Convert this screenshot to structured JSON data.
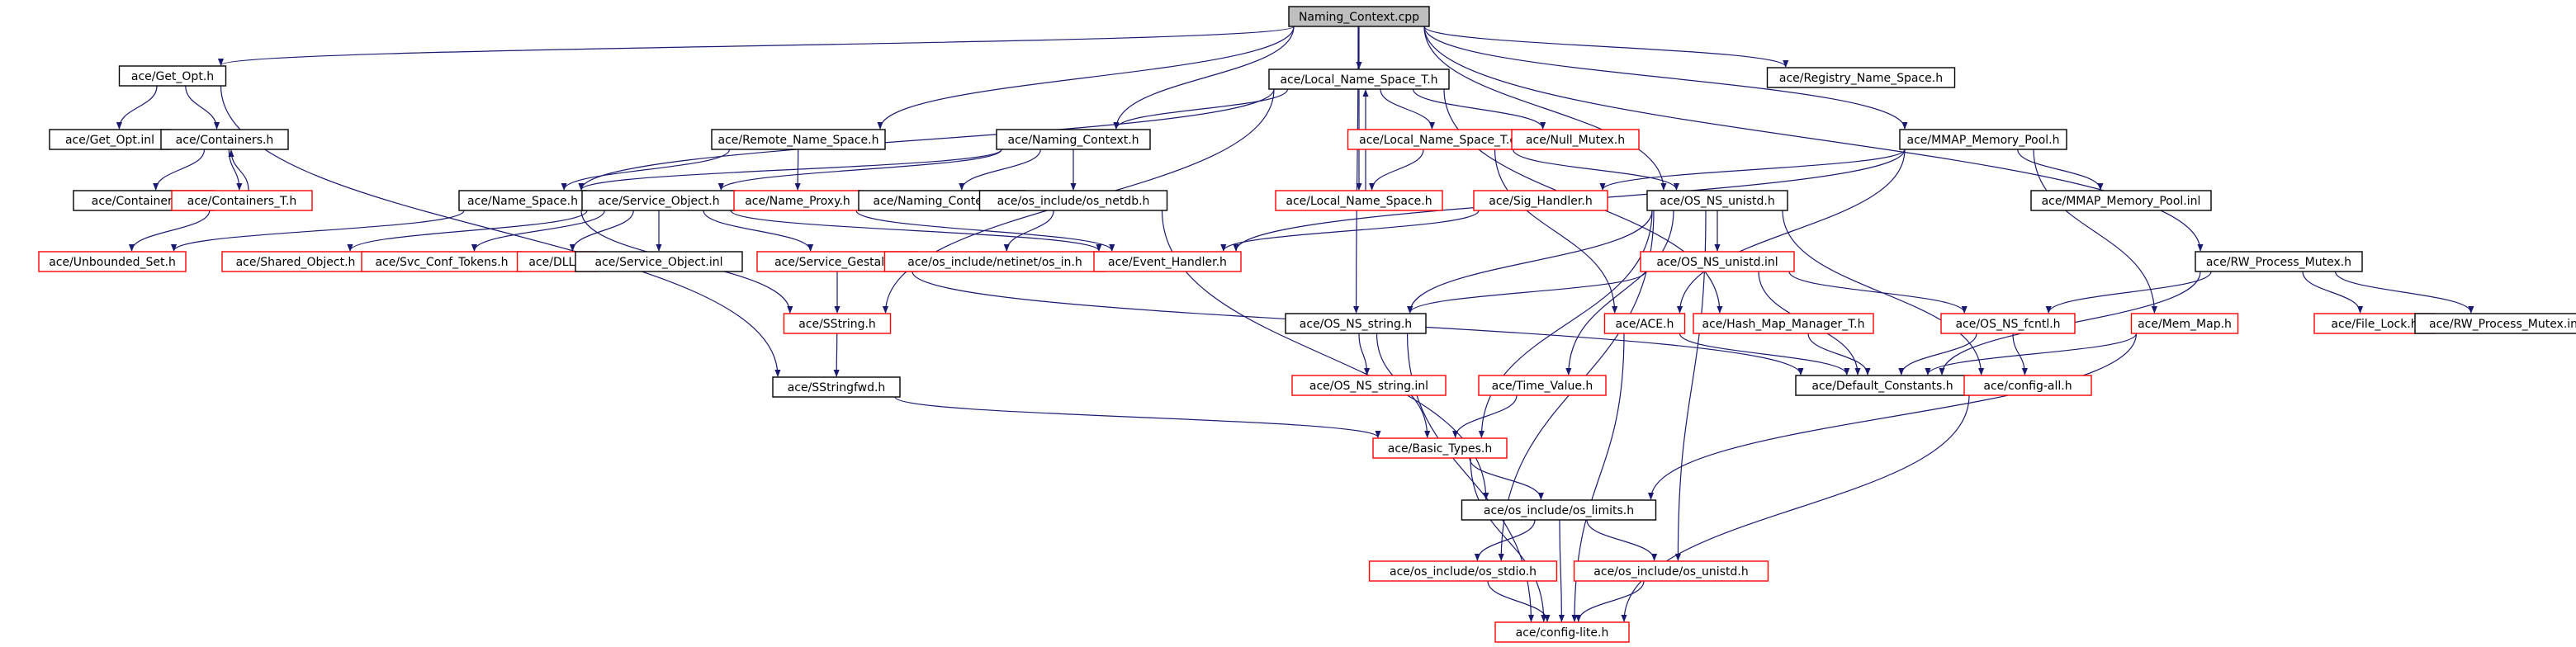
{
  "diagram": {
    "colors": {
      "edge": "#191970",
      "documented_border": "#000000",
      "undocumented_border": "#ff0000",
      "root_fill": "#bfbfbf"
    },
    "nodes": [
      {
        "id": "root",
        "label": "Naming_Context.cpp",
        "kind": "root"
      },
      {
        "id": "get_opt_h",
        "label": "ace/Get_Opt.h",
        "kind": "black"
      },
      {
        "id": "local_ns_t_h",
        "label": "ace/Local_Name_Space_T.h",
        "kind": "black"
      },
      {
        "id": "registry_ns_h",
        "label": "ace/Registry_Name_Space.h",
        "kind": "black"
      },
      {
        "id": "get_opt_inl",
        "label": "ace/Get_Opt.inl",
        "kind": "black"
      },
      {
        "id": "containers_h",
        "label": "ace/Containers.h",
        "kind": "black"
      },
      {
        "id": "remote_ns_h",
        "label": "ace/Remote_Name_Space.h",
        "kind": "black"
      },
      {
        "id": "naming_context_h",
        "label": "ace/Naming_Context.h",
        "kind": "black"
      },
      {
        "id": "local_ns_t_cpp",
        "label": "ace/Local_Name_Space_T.cpp",
        "kind": "red"
      },
      {
        "id": "null_mutex_h",
        "label": "ace/Null_Mutex.h",
        "kind": "red"
      },
      {
        "id": "mmap_pool_h",
        "label": "ace/MMAP_Memory_Pool.h",
        "kind": "black"
      },
      {
        "id": "containers_inl",
        "label": "ace/Containers.inl",
        "kind": "black"
      },
      {
        "id": "containers_t_h",
        "label": "ace/Containers_T.h",
        "kind": "red"
      },
      {
        "id": "name_space_h",
        "label": "ace/Name_Space.h",
        "kind": "black"
      },
      {
        "id": "service_object_h",
        "label": "ace/Service_Object.h",
        "kind": "black"
      },
      {
        "id": "name_proxy_h",
        "label": "ace/Name_Proxy.h",
        "kind": "red"
      },
      {
        "id": "naming_context_inl",
        "label": "ace/Naming_Context.inl",
        "kind": "black"
      },
      {
        "id": "os_netdb_h",
        "label": "ace/os_include/os_netdb.h",
        "kind": "black"
      },
      {
        "id": "local_ns_h",
        "label": "ace/Local_Name_Space.h",
        "kind": "red"
      },
      {
        "id": "sig_handler_h",
        "label": "ace/Sig_Handler.h",
        "kind": "red"
      },
      {
        "id": "os_ns_unistd_h",
        "label": "ace/OS_NS_unistd.h",
        "kind": "black"
      },
      {
        "id": "mmap_pool_inl",
        "label": "ace/MMAP_Memory_Pool.inl",
        "kind": "black"
      },
      {
        "id": "unbounded_set_h",
        "label": "ace/Unbounded_Set.h",
        "kind": "red"
      },
      {
        "id": "shared_object_h",
        "label": "ace/Shared_Object.h",
        "kind": "red"
      },
      {
        "id": "svc_conf_tokens_h",
        "label": "ace/Svc_Conf_Tokens.h",
        "kind": "red"
      },
      {
        "id": "dll_h",
        "label": "ace/DLL.h",
        "kind": "red"
      },
      {
        "id": "service_object_inl",
        "label": "ace/Service_Object.inl",
        "kind": "black"
      },
      {
        "id": "service_gestalt_h",
        "label": "ace/Service_Gestalt.h",
        "kind": "red"
      },
      {
        "id": "netinet_in_h",
        "label": "ace/os_include/netinet/os_in.h",
        "kind": "red"
      },
      {
        "id": "event_handler_h",
        "label": "ace/Event_Handler.h",
        "kind": "red"
      },
      {
        "id": "os_ns_unistd_inl",
        "label": "ace/OS_NS_unistd.inl",
        "kind": "red"
      },
      {
        "id": "rw_mutex_h",
        "label": "ace/RW_Process_Mutex.h",
        "kind": "black"
      },
      {
        "id": "sstring_h",
        "label": "ace/SString.h",
        "kind": "red"
      },
      {
        "id": "os_ns_string_h",
        "label": "ace/OS_NS_string.h",
        "kind": "black"
      },
      {
        "id": "ace_h",
        "label": "ace/ACE.h",
        "kind": "red"
      },
      {
        "id": "hash_map_t_h",
        "label": "ace/Hash_Map_Manager_T.h",
        "kind": "red"
      },
      {
        "id": "os_ns_fcntl_h",
        "label": "ace/OS_NS_fcntl.h",
        "kind": "red"
      },
      {
        "id": "mem_map_h",
        "label": "ace/Mem_Map.h",
        "kind": "red"
      },
      {
        "id": "file_lock_h",
        "label": "ace/File_Lock.h",
        "kind": "red"
      },
      {
        "id": "rw_mutex_inl",
        "label": "ace/RW_Process_Mutex.inl",
        "kind": "black"
      },
      {
        "id": "os_ns_string_inl",
        "label": "ace/OS_NS_string.inl",
        "kind": "red"
      },
      {
        "id": "time_value_h",
        "label": "ace/Time_Value.h",
        "kind": "red"
      },
      {
        "id": "default_constants_h",
        "label": "ace/Default_Constants.h",
        "kind": "black"
      },
      {
        "id": "config_all_h",
        "label": "ace/config-all.h",
        "kind": "red"
      },
      {
        "id": "sstringfwd_h",
        "label": "ace/SStringfwd.h",
        "kind": "black"
      },
      {
        "id": "basic_types_h",
        "label": "ace/Basic_Types.h",
        "kind": "red"
      },
      {
        "id": "os_limits_h",
        "label": "ace/os_include/os_limits.h",
        "kind": "black"
      },
      {
        "id": "os_stdio_h",
        "label": "ace/os_include/os_stdio.h",
        "kind": "red"
      },
      {
        "id": "os_unistd_h",
        "label": "ace/os_include/os_unistd.h",
        "kind": "red"
      },
      {
        "id": "config_lite_h",
        "label": "ace/config-lite.h",
        "kind": "red"
      }
    ],
    "edges": [
      [
        "root",
        "get_opt_h"
      ],
      [
        "root",
        "local_ns_t_h"
      ],
      [
        "root",
        "registry_ns_h"
      ],
      [
        "root",
        "naming_context_h"
      ],
      [
        "root",
        "remote_ns_h"
      ],
      [
        "root",
        "mmap_pool_h"
      ],
      [
        "root",
        "os_ns_unistd_h"
      ],
      [
        "root",
        "rw_mutex_h"
      ],
      [
        "root",
        "os_ns_string_h"
      ],
      [
        "get_opt_h",
        "get_opt_inl"
      ],
      [
        "get_opt_h",
        "containers_h"
      ],
      [
        "get_opt_h",
        "sstringfwd_h"
      ],
      [
        "containers_h",
        "containers_inl"
      ],
      [
        "containers_h",
        "containers_t_h"
      ],
      [
        "containers_t_h",
        "containers_h"
      ],
      [
        "containers_t_h",
        "unbounded_set_h"
      ],
      [
        "local_ns_t_h",
        "naming_context_h"
      ],
      [
        "local_ns_t_h",
        "name_space_h"
      ],
      [
        "local_ns_t_h",
        "local_ns_t_cpp"
      ],
      [
        "local_ns_t_h",
        "null_mutex_h"
      ],
      [
        "local_ns_t_h",
        "local_ns_h"
      ],
      [
        "local_ns_t_h",
        "sstring_h"
      ],
      [
        "local_ns_t_h",
        "hash_map_t_h"
      ],
      [
        "local_ns_h",
        "local_ns_t_h"
      ],
      [
        "local_ns_t_cpp",
        "local_ns_h"
      ],
      [
        "local_ns_t_cpp",
        "os_ns_unistd_h"
      ],
      [
        "local_ns_t_cpp",
        "ace_h"
      ],
      [
        "remote_ns_h",
        "name_space_h"
      ],
      [
        "remote_ns_h",
        "name_proxy_h"
      ],
      [
        "naming_context_h",
        "name_space_h"
      ],
      [
        "naming_context_h",
        "service_object_h"
      ],
      [
        "naming_context_h",
        "naming_context_inl"
      ],
      [
        "naming_context_h",
        "os_netdb_h"
      ],
      [
        "name_space_h",
        "unbounded_set_h"
      ],
      [
        "name_space_h",
        "sstring_h"
      ],
      [
        "service_object_h",
        "shared_object_h"
      ],
      [
        "service_object_h",
        "svc_conf_tokens_h"
      ],
      [
        "service_object_h",
        "dll_h"
      ],
      [
        "service_object_h",
        "service_object_inl"
      ],
      [
        "service_object_h",
        "service_gestalt_h"
      ],
      [
        "service_object_h",
        "event_handler_h"
      ],
      [
        "name_proxy_h",
        "event_handler_h"
      ],
      [
        "service_gestalt_h",
        "sstring_h"
      ],
      [
        "service_gestalt_h",
        "default_constants_h"
      ],
      [
        "os_netdb_h",
        "netinet_in_h"
      ],
      [
        "os_netdb_h",
        "os_limits_h"
      ],
      [
        "mmap_pool_h",
        "sig_handler_h"
      ],
      [
        "mmap_pool_h",
        "mmap_pool_inl"
      ],
      [
        "mmap_pool_h",
        "mem_map_h"
      ],
      [
        "mmap_pool_h",
        "event_handler_h"
      ],
      [
        "mmap_pool_h",
        "ace_h"
      ],
      [
        "sig_handler_h",
        "event_handler_h"
      ],
      [
        "os_ns_unistd_h",
        "os_ns_unistd_inl"
      ],
      [
        "os_ns_unistd_h",
        "time_value_h"
      ],
      [
        "os_ns_unistd_h",
        "os_ns_string_h"
      ],
      [
        "os_ns_unistd_h",
        "basic_types_h"
      ],
      [
        "os_ns_unistd_h",
        "os_stdio_h"
      ],
      [
        "os_ns_unistd_h",
        "os_unistd_h"
      ],
      [
        "os_ns_unistd_h",
        "config_all_h"
      ],
      [
        "os_ns_unistd_inl",
        "os_ns_string_h"
      ],
      [
        "os_ns_unistd_inl",
        "os_ns_fcntl_h"
      ],
      [
        "os_ns_unistd_inl",
        "default_constants_h"
      ],
      [
        "rw_mutex_h",
        "os_ns_fcntl_h"
      ],
      [
        "rw_mutex_h",
        "file_lock_h"
      ],
      [
        "rw_mutex_h",
        "rw_mutex_inl"
      ],
      [
        "rw_mutex_h",
        "default_constants_h"
      ],
      [
        "sstring_h",
        "sstringfwd_h"
      ],
      [
        "sstringfwd_h",
        "basic_types_h"
      ],
      [
        "os_ns_string_h",
        "os_ns_string_inl"
      ],
      [
        "os_ns_string_h",
        "basic_types_h"
      ],
      [
        "os_ns_string_h",
        "config_lite_h"
      ],
      [
        "ace_h",
        "default_constants_h"
      ],
      [
        "ace_h",
        "config_lite_h"
      ],
      [
        "hash_map_t_h",
        "default_constants_h"
      ],
      [
        "os_ns_fcntl_h",
        "default_constants_h"
      ],
      [
        "os_ns_fcntl_h",
        "config_all_h"
      ],
      [
        "mem_map_h",
        "default_constants_h"
      ],
      [
        "mem_map_h",
        "os_limits_h"
      ],
      [
        "time_value_h",
        "basic_types_h"
      ],
      [
        "config_all_h",
        "config_lite_h"
      ],
      [
        "basic_types_h",
        "os_limits_h"
      ],
      [
        "basic_types_h",
        "config_lite_h"
      ],
      [
        "os_limits_h",
        "os_stdio_h"
      ],
      [
        "os_limits_h",
        "os_unistd_h"
      ],
      [
        "os_limits_h",
        "config_lite_h"
      ],
      [
        "os_stdio_h",
        "config_lite_h"
      ],
      [
        "os_unistd_h",
        "config_lite_h"
      ]
    ]
  }
}
